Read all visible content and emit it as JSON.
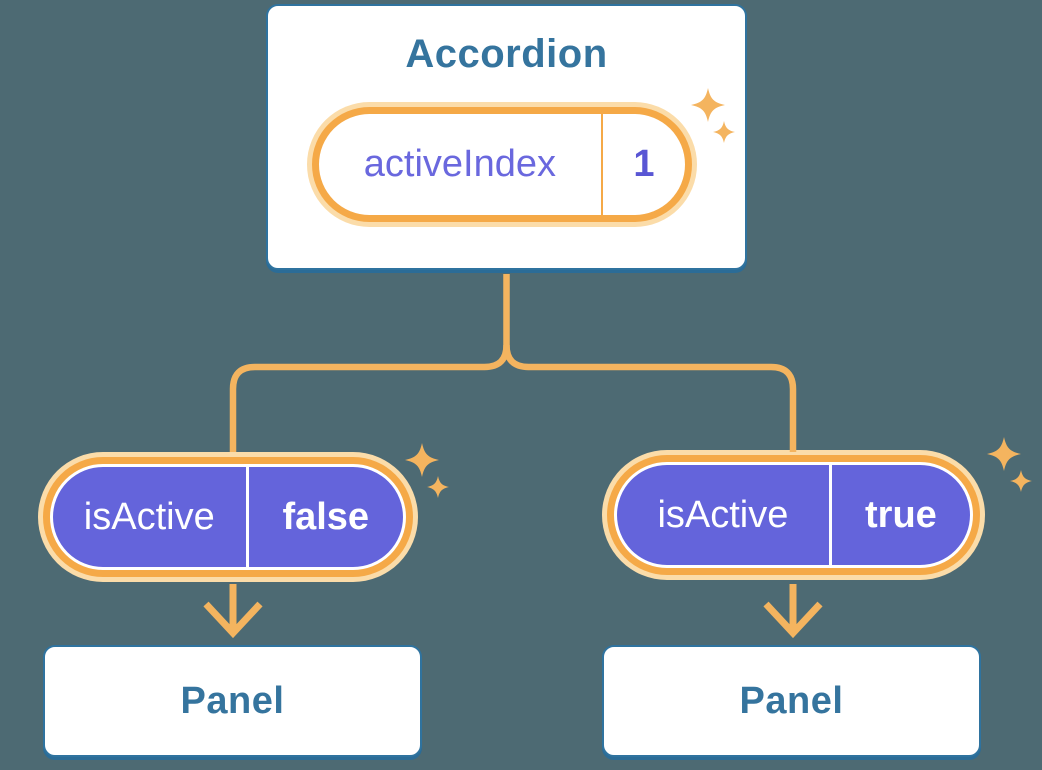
{
  "diagram": {
    "root": {
      "title": "Accordion",
      "state_pill": {
        "label": "activeIndex",
        "value": "1"
      }
    },
    "children": [
      {
        "prop_pill": {
          "label": "isActive",
          "value": "false"
        },
        "panel_title": "Panel"
      },
      {
        "prop_pill": {
          "label": "isActive",
          "value": "true"
        },
        "panel_title": "Panel"
      }
    ]
  },
  "icons": {
    "sparkle": "sparkle-icon",
    "arrow": "arrow-down-icon"
  },
  "colors": {
    "background": "#4D6A73",
    "card_background": "#FFFFFF",
    "card_border": "#2F739F",
    "heading_text": "#35749E",
    "pill_halo": "#FBDCA9",
    "pill_ring": "#F5A947",
    "pill_fill_indigo": "#6464DB",
    "pill_text_white": "#FFFFFF",
    "state_label_text": "#6A68DE",
    "state_value_text": "#5956D4",
    "connector": "#F4B45F"
  }
}
